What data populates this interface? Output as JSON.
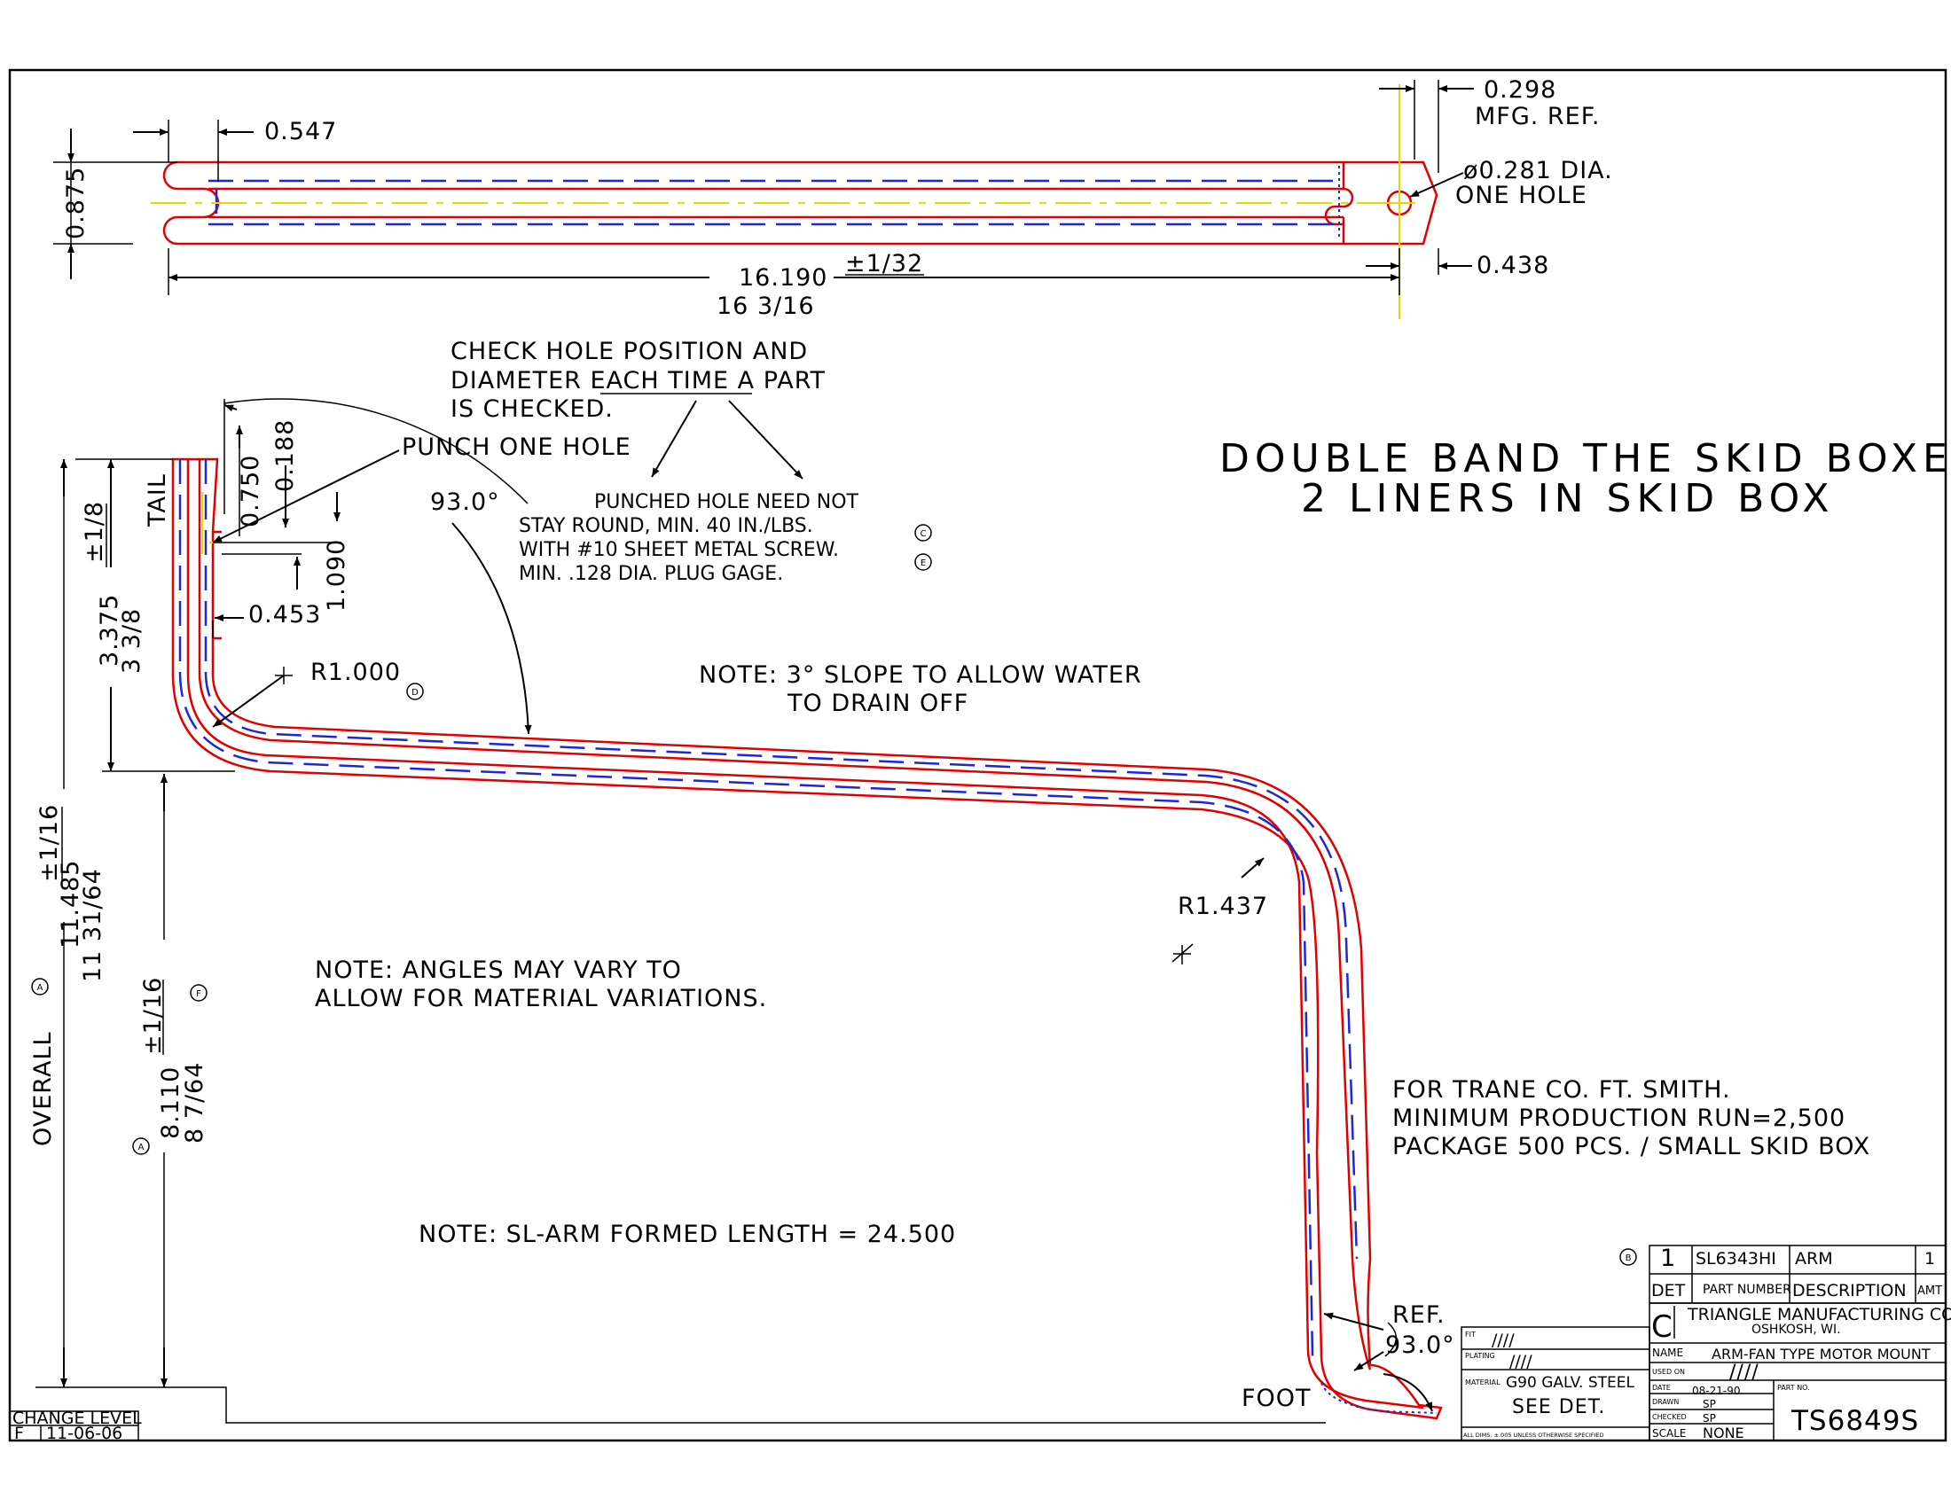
{
  "top_view": {
    "dim_width_left": "0.547",
    "dim_height": "0.875",
    "dim_right_ref": "0.298",
    "dim_right_ref_label": "MFG. REF.",
    "hole_dia": "ø0.281 DIA.",
    "hole_count": "ONE HOLE",
    "dim_length_tol": "±1/32",
    "dim_length_dec": "16.190",
    "dim_length_frac": "16 3/16",
    "dim_hole_offset": "0.438"
  },
  "notes": {
    "check_hole_1": "CHECK HOLE POSITION AND",
    "check_hole_2a": "DIAMETER ",
    "check_hole_2b": "EACH TIME",
    "check_hole_2c": " A PART",
    "check_hole_3": "IS CHECKED.",
    "punch_one_hole": "PUNCH ONE HOLE",
    "punched_1": "PUNCHED HOLE NEED NOT",
    "punched_2": "STAY ROUND, MIN. 40 IN./LBS.",
    "punched_3": "WITH #10 SHEET METAL SCREW.",
    "punched_4": "MIN. .128        DIA. PLUG GAGE.",
    "skid_1": "DOUBLE BAND THE SKID BOXES",
    "skid_2": "2 LINERS IN SKID BOX",
    "slope_1": "NOTE: 3° SLOPE TO ALLOW WATER",
    "slope_2": "TO DRAIN OFF",
    "angles_1": "NOTE: ANGLES MAY VARY  TO",
    "angles_2": "ALLOW FOR MATERIAL VARIATIONS.",
    "formed_length": "NOTE: SL-ARM FORMED LENGTH = 24.500",
    "trane_1": "FOR TRANE CO. FT. SMITH.",
    "trane_2": "MINIMUM PRODUCTION RUN=2,500",
    "trane_3": "PACKAGE 500 PCS. / SMALL SKID BOX"
  },
  "side_view": {
    "angle_top": "93.0°",
    "tail": "TAIL",
    "dim_0750": "0.750",
    "dim_0188": "0.188",
    "dim_1090": "1.090",
    "dim_0453": "0.453",
    "tol_1_8": "±1/8",
    "dim_3375": "3.375",
    "dim_3_3_8": "3 3/8",
    "radius_1": "R1.000",
    "radius_2": "R1.437",
    "tol_1_16_a": "±1/16",
    "dim_11485": "11.485",
    "dim_11_31_64": "11 31/64",
    "overall": "OVERALL",
    "tol_1_16_b": "±1/16",
    "dim_8110": "8.110",
    "dim_8_7_64": "8 7/64",
    "ref": "REF.",
    "angle_foot": "93.0°",
    "foot": "FOOT"
  },
  "markers": {
    "a1": "A",
    "a2": "A",
    "b": "B",
    "c": "C",
    "d": "D",
    "e": "E",
    "f": "F"
  },
  "change_level": {
    "label": "CHANGE LEVEL",
    "level": "F",
    "date": "11-06-06"
  },
  "title_block": {
    "det": "1",
    "part_number": "SL6343HI",
    "description": "ARM",
    "amt": "1",
    "hdr_det": "DET",
    "hdr_part": "PART NUMBER",
    "hdr_desc": "DESCRIPTION",
    "hdr_amt": "AMT",
    "rev": "C",
    "company": "TRIANGLE MANUFACTURING CO.",
    "city": "OSHKOSH, WI.",
    "name_label": "NAME",
    "name": "ARM-FAN TYPE MOTOR MOUNT",
    "used_on_label": "USED ON",
    "used_on": "////",
    "date_label": "DATE",
    "date": "08-21-90",
    "part_no_label": "PART NO.",
    "drawn_label": "DRAWN",
    "drawn": "SP",
    "checked_label": "CHECKED",
    "checked": "SP",
    "scale_label": "SCALE",
    "scale": "NONE",
    "part_no": "TS6849S",
    "fit_label": "FIT",
    "fit": "////",
    "plating_label": "PLATING",
    "plating": "////",
    "material_label": "MATERIAL",
    "material": "G90 GALV. STEEL",
    "see_det": "SEE DET.",
    "all_dims": "ALL DIMS. ±.005 UNLESS OTHERWISE SPECIFIED"
  }
}
